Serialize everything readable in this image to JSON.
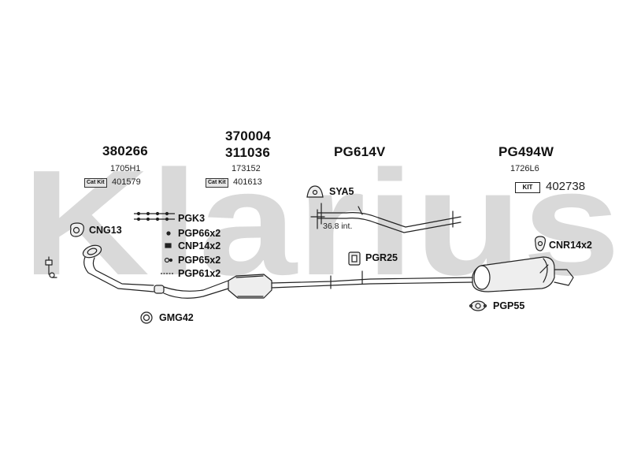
{
  "watermark": {
    "text": "Klarius",
    "color": "#d9d9d9"
  },
  "groups": [
    {
      "part_numbers": [
        "380266"
      ],
      "ref": "1705H1",
      "kit_label": "Cat Kit",
      "kit_number": "401579"
    },
    {
      "part_numbers": [
        "370004",
        "311036"
      ],
      "ref": "173152",
      "kit_label": "Cat Kit",
      "kit_number": "401613"
    },
    {
      "part_numbers": [
        "PG614V"
      ]
    },
    {
      "part_numbers": [
        "PG494W"
      ],
      "ref": "1726L6",
      "kit_label": "KIT",
      "kit_number": "402738"
    }
  ],
  "callouts": {
    "cng13": "CNG13",
    "pgk3": "PGK3",
    "pgp66": "PGP66x2",
    "cnp14": "CNP14x2",
    "pgp65": "PGP65x2",
    "pgp61": "PGP61x2",
    "gmg42": "GMG42",
    "sya5": "SYA5",
    "pipe_note": "36.8 int.",
    "pgr25": "PGR25",
    "cnr14": "CNR14x2",
    "pgp55": "PGP55"
  },
  "colors": {
    "line": "#222222",
    "part_fill": "#eeeeee"
  }
}
